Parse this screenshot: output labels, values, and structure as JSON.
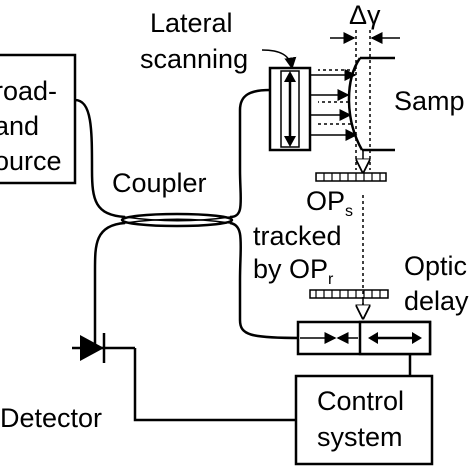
{
  "source": {
    "line1": "road-",
    "line2": "and",
    "line3": "ource"
  },
  "coupler": {
    "label": "Coupler"
  },
  "lateral": {
    "line1": "Lateral",
    "line2": "scanning"
  },
  "sample": {
    "label": "Samp"
  },
  "delta": {
    "label": "Δγ"
  },
  "op_s": {
    "main": "OP",
    "sub": "s"
  },
  "tracked": {
    "label": "tracked"
  },
  "op_r": {
    "prefix": "by OP",
    "sub": "r"
  },
  "optical_delay": {
    "line1": "Optic",
    "line2": "delay"
  },
  "control": {
    "line1": "Control",
    "line2": "system"
  },
  "detector": {
    "label": "Detector"
  }
}
